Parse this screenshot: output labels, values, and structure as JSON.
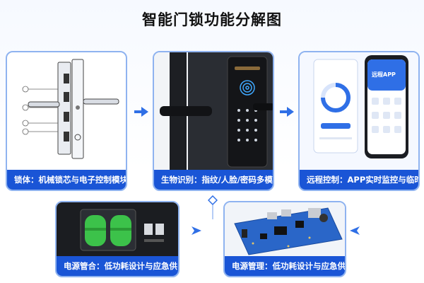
{
  "title": "智能门锁功能分解图",
  "cards": [
    {
      "caption": "锁体：机械锁芯与电子控制模块集成"
    },
    {
      "caption": "生物识别：指纹/人脸/密码多模式解锁"
    },
    {
      "caption": "远程控制：APP实时监控与临时授权"
    },
    {
      "caption": "电源管合：低功耗设计与应急供电"
    },
    {
      "caption": "电源管理：低功耗设计与应急供电"
    }
  ],
  "phone": {
    "app_label": "远程APP"
  },
  "colors": {
    "accent": "#1a55d6",
    "border": "#8fb3f0",
    "arrow": "#2f6fe6",
    "battery": "#3cc24a",
    "pcb": "#2a66c8"
  }
}
